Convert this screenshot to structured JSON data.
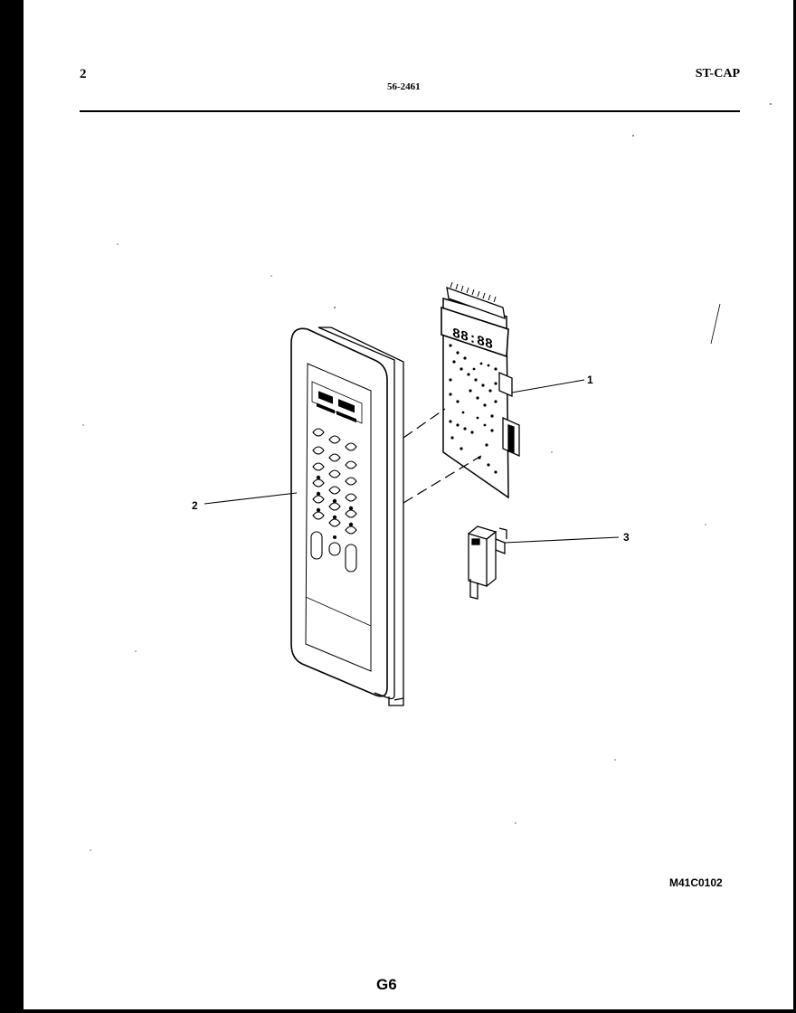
{
  "header": {
    "page_number": "2",
    "document_code": "56-2461",
    "series": "ST-CAP"
  },
  "callouts": {
    "part_1": "1",
    "part_2": "2",
    "part_3": "3"
  },
  "footer": {
    "drawing_code": "M41C0102",
    "sheet_id": "G6"
  },
  "display": {
    "board_digits": "88:88"
  }
}
